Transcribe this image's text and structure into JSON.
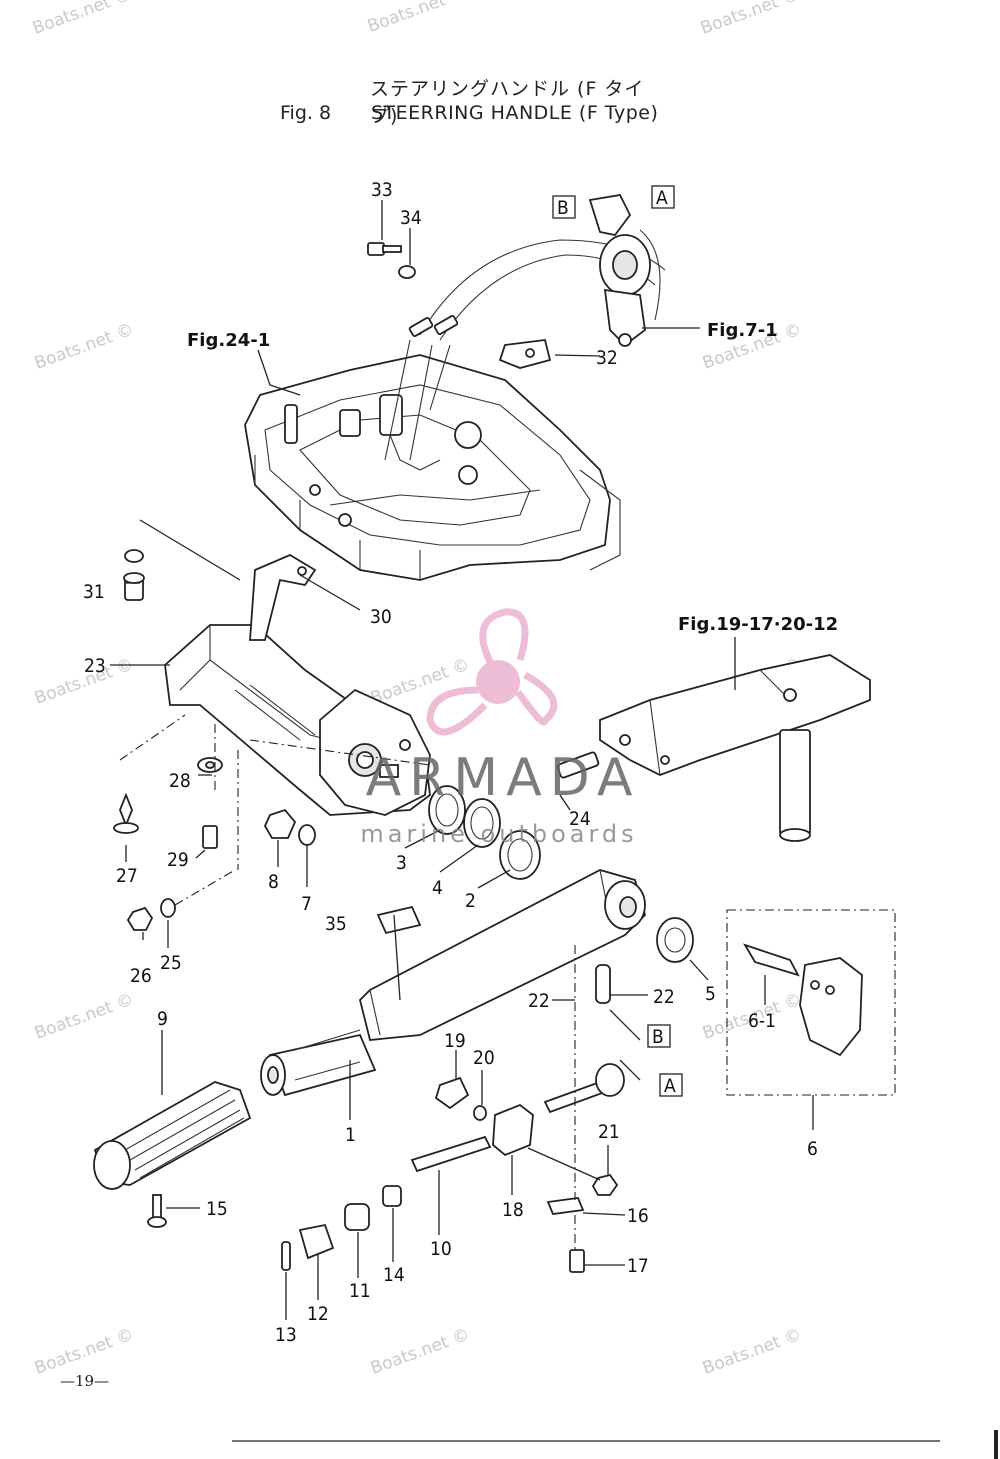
{
  "header": {
    "title_jp": "ステアリングハンドル (F タイプ)",
    "figure_number": "Fig. 8",
    "figure_title": "STEERRING HANDLE (F Type)"
  },
  "references": {
    "fig_24_1": "Fig.24-1",
    "fig_7_1": "Fig.7-1",
    "fig_19": "Fig.19-17·20-12"
  },
  "connectors": {
    "a": "A",
    "b": "B"
  },
  "part_numbers": {
    "p1": "1",
    "p2": "2",
    "p3": "3",
    "p4": "4",
    "p5": "5",
    "p6": "6",
    "p6_1": "6-1",
    "p7": "7",
    "p8": "8",
    "p9": "9",
    "p10": "10",
    "p11": "11",
    "p12": "12",
    "p13": "13",
    "p14": "14",
    "p15": "15",
    "p16": "16",
    "p17": "17",
    "p18": "18",
    "p19": "19",
    "p20": "20",
    "p21": "21",
    "p22a": "22",
    "p22b": "22",
    "p23": "23",
    "p24": "24",
    "p25": "25",
    "p26": "26",
    "p27": "27",
    "p28": "28",
    "p29": "29",
    "p30": "30",
    "p31": "31",
    "p32": "32",
    "p33": "33",
    "p34": "34",
    "p35": "35"
  },
  "watermark": {
    "text": "Boats.net ©",
    "brand_name": "ARMADA",
    "brand_tagline": "marine outboards"
  },
  "footer": {
    "page_number": "—19—"
  },
  "colors": {
    "line": "#222222",
    "logo_pink": "#e8a8c8",
    "watermark": "#c9c9c9"
  }
}
